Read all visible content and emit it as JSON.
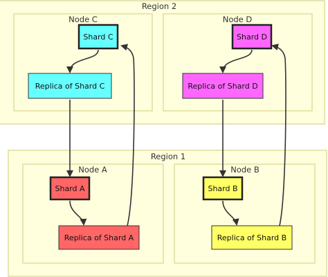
{
  "regions": {
    "region2": {
      "label": "Region 2"
    },
    "region1": {
      "label": "Region 1"
    }
  },
  "nodes": {
    "nodeC": {
      "label": "Node C"
    },
    "nodeD": {
      "label": "Node D"
    },
    "nodeA": {
      "label": "Node A"
    },
    "nodeB": {
      "label": "Node B"
    }
  },
  "shards": {
    "shardC": {
      "label": "Shard C",
      "color": "#66ffff"
    },
    "replicaC": {
      "label": "Replica of Shard C",
      "color": "#66ffff"
    },
    "shardD": {
      "label": "Shard D",
      "color": "#ff66ff"
    },
    "replicaD": {
      "label": "Replica of Shard D",
      "color": "#ff66ff"
    },
    "shardA": {
      "label": "Shard A",
      "color": "#ff6666"
    },
    "replicaA": {
      "label": "Replica of Shard A",
      "color": "#ff6666"
    },
    "shardB": {
      "label": "Shard B",
      "color": "#ffff66"
    },
    "replicaB": {
      "label": "Replica of Shard B",
      "color": "#ffff66"
    }
  }
}
